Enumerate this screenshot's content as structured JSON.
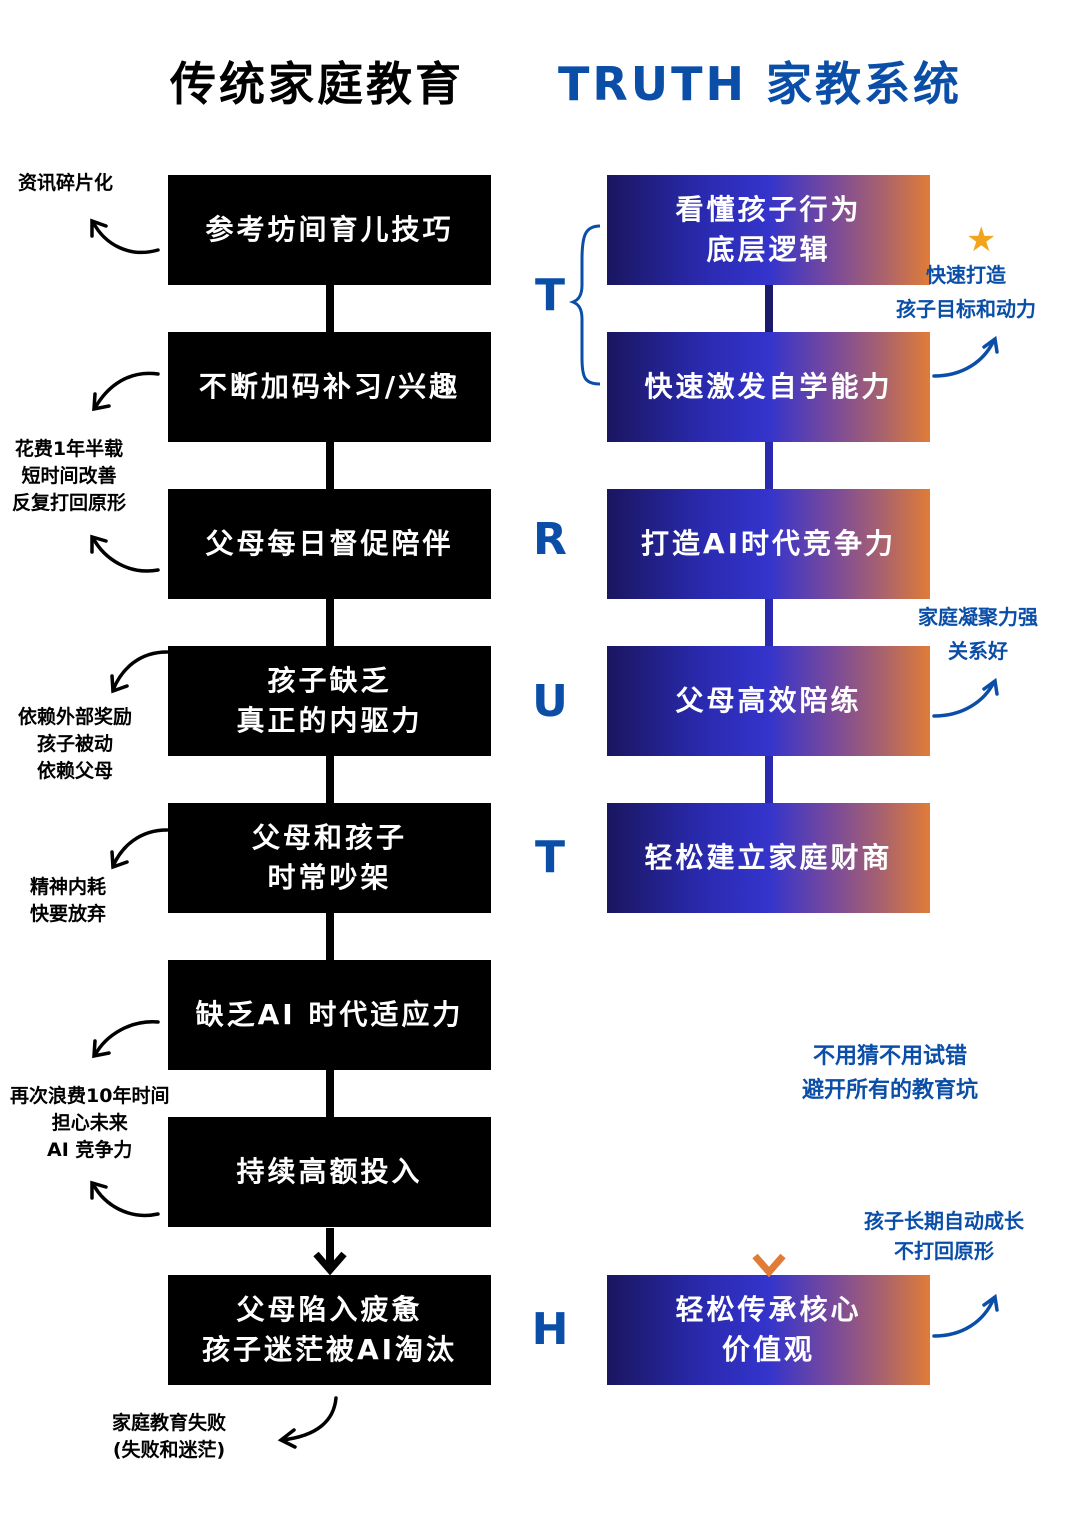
{
  "header": {
    "left_title": "传统家庭教育",
    "right_title": "TRUTH 家教系统"
  },
  "traditional": {
    "steps": [
      {
        "lines": [
          "参考坊间育儿技巧"
        ]
      },
      {
        "lines": [
          "不断加码补习/兴趣"
        ]
      },
      {
        "lines": [
          "父母每日督促陪伴"
        ]
      },
      {
        "lines": [
          "孩子缺乏",
          "真正的内驱力"
        ]
      },
      {
        "lines": [
          "父母和孩子",
          "时常吵架"
        ]
      },
      {
        "lines": [
          "缺乏AI 时代适应力"
        ]
      },
      {
        "lines": [
          "持续高额投入"
        ]
      },
      {
        "lines": [
          "父母陷入疲惫",
          "孩子迷茫被AI淘汰"
        ]
      }
    ],
    "notes": [
      {
        "lines": [
          "资讯碎片化"
        ]
      },
      {
        "lines": [
          "花费1年半载",
          "短时间改善",
          "反复打回原形"
        ]
      },
      {
        "lines": [
          "依赖外部奖励",
          "孩子被动",
          "依赖父母"
        ]
      },
      {
        "lines": [
          "精神内耗",
          "快要放弃"
        ]
      },
      {
        "lines": [
          "再次浪费10年时间",
          "担心未来",
          "AI 竞争力"
        ]
      },
      {
        "lines": [
          "家庭教育失败",
          "(失败和迷茫)"
        ]
      }
    ]
  },
  "truth": {
    "letters": [
      "T",
      "R",
      "U",
      "T",
      "H"
    ],
    "steps": [
      {
        "lines": [
          "看懂孩子行为",
          "底层逻辑"
        ]
      },
      {
        "lines": [
          "快速激发自学能力"
        ]
      },
      {
        "lines": [
          "打造AI时代竞争力"
        ]
      },
      {
        "lines": [
          "父母高效陪练"
        ]
      },
      {
        "lines": [
          "轻松建立家庭财商"
        ]
      },
      {
        "lines": [
          "轻松传承核心",
          "价值观"
        ]
      }
    ],
    "notes": [
      {
        "lines": [
          "快速打造",
          "孩子目标和动力"
        ]
      },
      {
        "lines": [
          "家庭凝聚力强",
          "关系好"
        ]
      },
      {
        "lines": [
          "不用猜不用试错",
          "避开所有的教育坑"
        ]
      },
      {
        "lines": [
          "孩子长期自动成长",
          "不打回原形"
        ]
      }
    ],
    "star_icon": "★"
  },
  "colors": {
    "accent_blue": "#0a4ea8",
    "star": "#f2a51c",
    "gradient_start": "#1a1660",
    "gradient_mid": "#3434cc",
    "gradient_end": "#e07c38"
  }
}
